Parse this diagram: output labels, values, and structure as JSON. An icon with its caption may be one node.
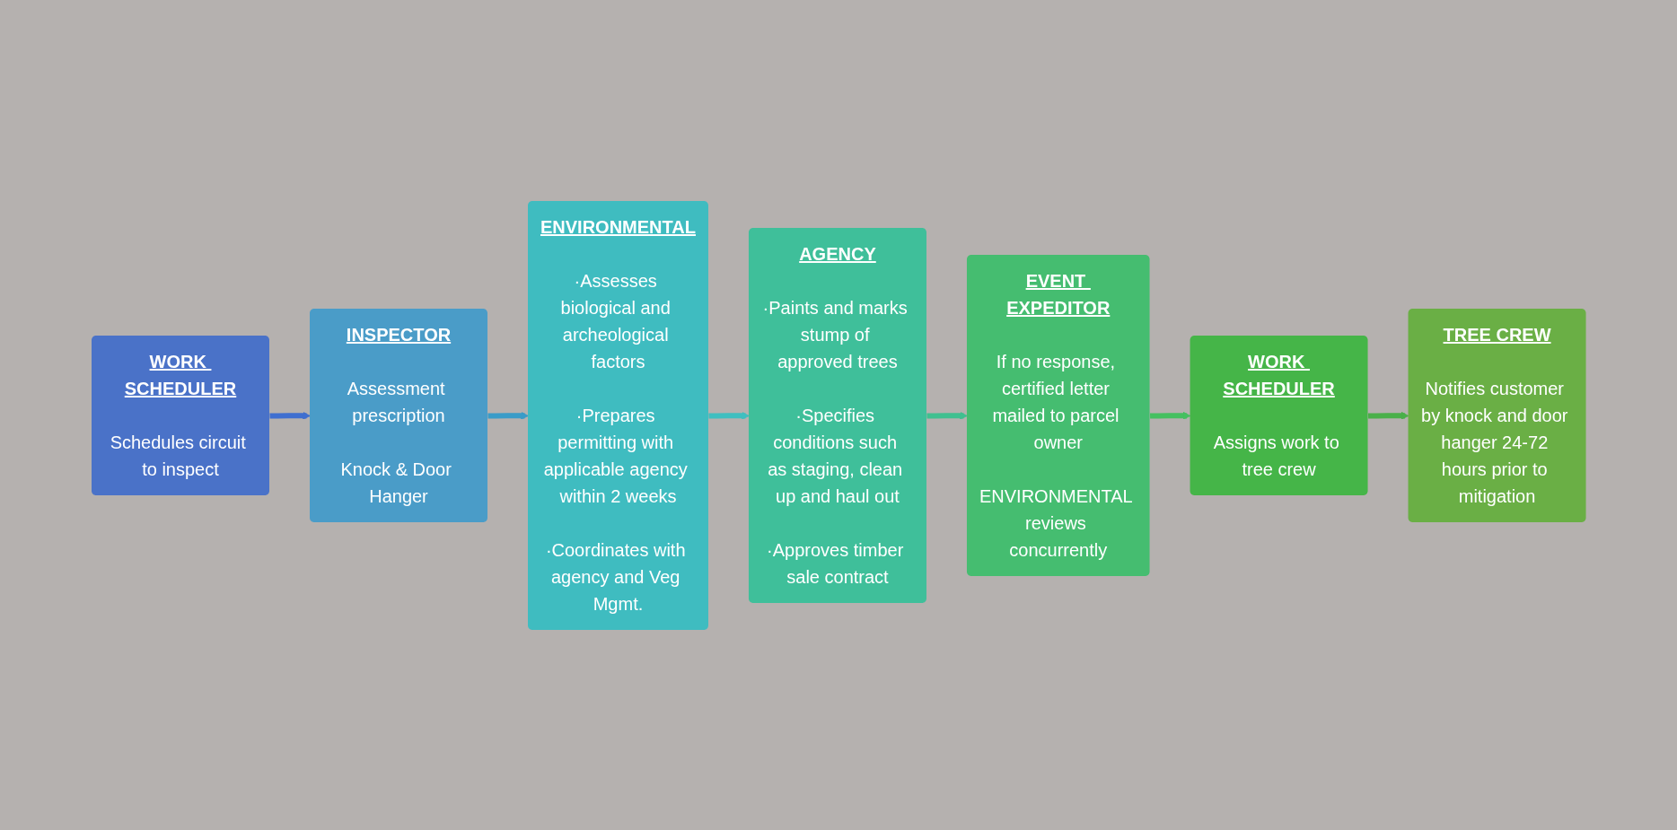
{
  "diagram": {
    "nodes": [
      {
        "text": [
          "WORK SCHEDULER",
          "Schedules circuit to inspect"
        ]
      },
      {
        "text": [
          "INSPECTOR",
          "Assessment prescription",
          "Knock & Door Hanger"
        ]
      },
      {
        "text": [
          "ENVIRONMENTAL",
          "·Assesses biological and archeological factors",
          "·Prepares permitting with applicable agency within 2 weeks",
          "·Coordinates with agency and Veg Mgmt."
        ]
      },
      {
        "text": [
          "AGENCY",
          "·Paints and marks stump of approved trees",
          "·Specifies conditions such as staging, clean up and haul out",
          "·Approves timber sale contract"
        ]
      },
      {
        "text": [
          "EVENT EXPEDITOR",
          "If no response, certified letter mailed to parcel owner",
          "ENVIRONMENTAL reviews concurrently"
        ]
      },
      {
        "text": [
          "WORK SCHEDULER",
          "Assigns work to tree crew"
        ]
      },
      {
        "text": [
          "TREE CREW",
          "Notifies customer by knock and door hanger 24-72 hours prior to mitigation"
        ]
      }
    ],
    "edges": [
      {
        "from": 0,
        "to": 1,
        "arrow": "to",
        "color": "#3f6fd0"
      },
      {
        "from": 1,
        "to": 2,
        "arrow": "to",
        "color": "#3a9cc8"
      },
      {
        "from": 2,
        "to": 3,
        "arrow": "to",
        "color": "#3fbfc0"
      },
      {
        "from": 3,
        "to": 4,
        "arrow": "to",
        "color": "#40c090"
      },
      {
        "from": 4,
        "to": 5,
        "arrow": "to",
        "color": "#45c060"
      },
      {
        "from": 5,
        "to": 6,
        "arrow": "to",
        "color": "#4ab04a"
      }
    ]
  }
}
